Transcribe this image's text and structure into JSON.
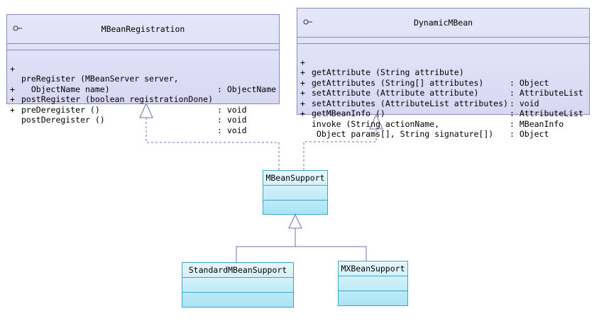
{
  "interfaces": {
    "mbean_registration": {
      "name": "MBeanRegistration",
      "operations": [
        {
          "vis": "+",
          "sig": "preRegister (MBeanServer server,",
          "ret": ": ObjectName"
        },
        {
          "vis": "",
          "sig": "  ObjectName name)",
          "ret": ""
        },
        {
          "vis": "+",
          "sig": "postRegister (boolean registrationDone)",
          "ret": ": void"
        },
        {
          "vis": "+",
          "sig": "preDeregister ()",
          "ret": ": void"
        },
        {
          "vis": "+",
          "sig": "postDeregister ()",
          "ret": ": void"
        }
      ]
    },
    "dynamic_mbean": {
      "name": "DynamicMBean",
      "operations": [
        {
          "vis": "+",
          "sig": "getAttribute (String attribute)",
          "ret": ": Object"
        },
        {
          "vis": "+",
          "sig": "getAttributes (String[] attributes)",
          "ret": ": AttributeList"
        },
        {
          "vis": "+",
          "sig": "setAttribute (Attribute attribute)",
          "ret": ": void"
        },
        {
          "vis": "+",
          "sig": "setAttributes (AttributeList attributes)",
          "ret": ": AttributeList"
        },
        {
          "vis": "+",
          "sig": "getMBeanInfo ()",
          "ret": ": MBeanInfo"
        },
        {
          "vis": "+",
          "sig": "invoke (String actionName,",
          "ret": ": Object"
        },
        {
          "vis": "",
          "sig": " Object params[], String signature[])",
          "ret": ""
        }
      ]
    }
  },
  "classes": {
    "mbean_support": {
      "name": "MBeanSupport"
    },
    "standard_mbean_support": {
      "name": "StandardMBeanSupport"
    },
    "mx_bean_support": {
      "name": "MXBeanSupport"
    }
  },
  "colors": {
    "interface_border": "#8a8ab8",
    "class_border": "#3aa7c9",
    "relation_line": "#6f6fb0"
  }
}
